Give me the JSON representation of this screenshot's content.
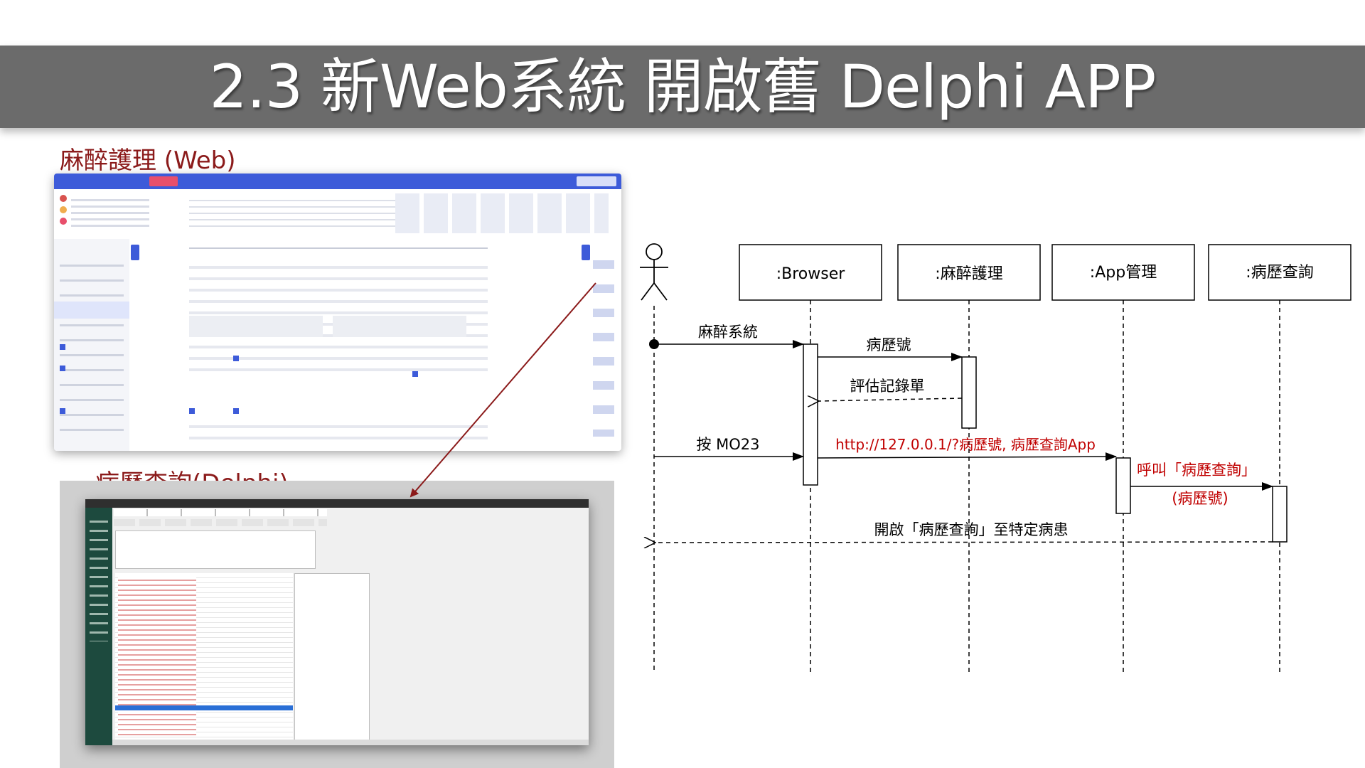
{
  "slide": {
    "title": "2.3 新Web系統 開啟舊 Delphi APP"
  },
  "web_section": {
    "caption": "麻醉護理 (Web)"
  },
  "delphi_section": {
    "caption": "病歷查詢(Delphi)"
  },
  "sequence": {
    "participants": [
      {
        "label": ":Browser"
      },
      {
        "label": ":麻醉護理"
      },
      {
        "label": ":App管理"
      },
      {
        "label": ":病歷查詢"
      }
    ],
    "messages": [
      {
        "label": "麻醉系統",
        "color": "#000000"
      },
      {
        "label": "病歷號",
        "color": "#000000"
      },
      {
        "label": "評估記錄單",
        "color": "#000000"
      },
      {
        "label": "按 MO23",
        "color": "#000000"
      },
      {
        "label": "http://127.0.0.1/?病歷號, 病歷查詢App",
        "color": "#c00000"
      },
      {
        "label": "呼叫「病歷查詢」",
        "color": "#c00000"
      },
      {
        "label": "(病歷號)",
        "color": "#c00000"
      },
      {
        "label": "開啟「病歷查詢」至特定病患",
        "color": "#000000"
      }
    ]
  },
  "colors": {
    "title_bar": "#6b6b6b",
    "caption": "#8b1a1a",
    "accent_red": "#c00000",
    "web_header": "#3d5bd9",
    "delphi_sidebar": "#1d4a3e"
  }
}
